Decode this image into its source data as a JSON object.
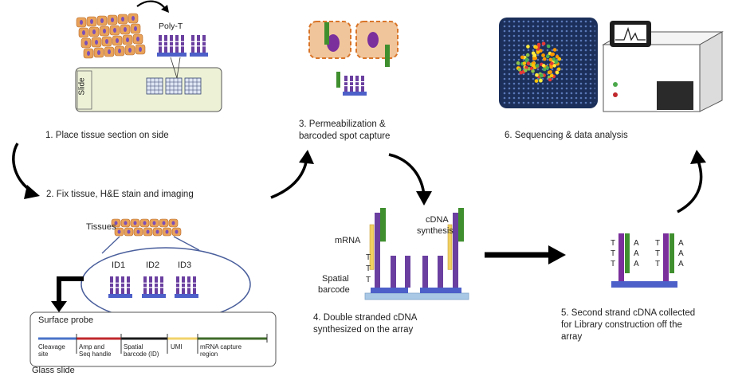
{
  "steps": {
    "s1": "1.   Place tissue section on side",
    "s2": "2. Fix tissue, H&E stain and imaging",
    "s3_l1": "3. Permeabilization &",
    "s3_l2": "barcoded spot capture",
    "s4_l1": "4. Double stranded cDNA",
    "s4_l2": "synthesized on the array",
    "s5_l1": "5. Second strand cDNA collected",
    "s5_l2": "for Library construction off the",
    "s5_l3": "array",
    "s6": "6. Sequencing & data analysis"
  },
  "labels": {
    "poly_t": "Poly-T",
    "slide": "Slide",
    "tissues": "Tissues",
    "id1": "ID1",
    "id2": "ID2",
    "id3": "ID3",
    "surface_probe": "Surface probe",
    "glass_slide": "Glass slide",
    "mrna": "mRNA",
    "cdna_l1": "cDNA",
    "cdna_l2": "synthesis",
    "spatial_l1": "Spatial",
    "spatial_l2": "barcode",
    "t": "T",
    "a": "A"
  },
  "probe_legend": [
    {
      "line1": "Cleavage",
      "line2": "site",
      "color": "#4a74c9"
    },
    {
      "line1": "Amp and",
      "line2": "Seq handle",
      "color": "#c0282d"
    },
    {
      "line1": "Spatial",
      "line2": "barcode (ID)",
      "color": "#1a1a1a"
    },
    {
      "line1": "UMI",
      "line2": "",
      "color": "#f2d36b"
    },
    {
      "line1": "mRNA capture",
      "line2": "region",
      "color": "#3f6b2a"
    }
  ],
  "colors": {
    "purple": "#6a3fa0",
    "blue": "#4d5fc8",
    "green": "#3f8f2f",
    "yellow": "#f0d060",
    "tissue": "#e9a25a",
    "nucleus": "#7a4fb8",
    "array_bg": "#1b2f5a"
  }
}
